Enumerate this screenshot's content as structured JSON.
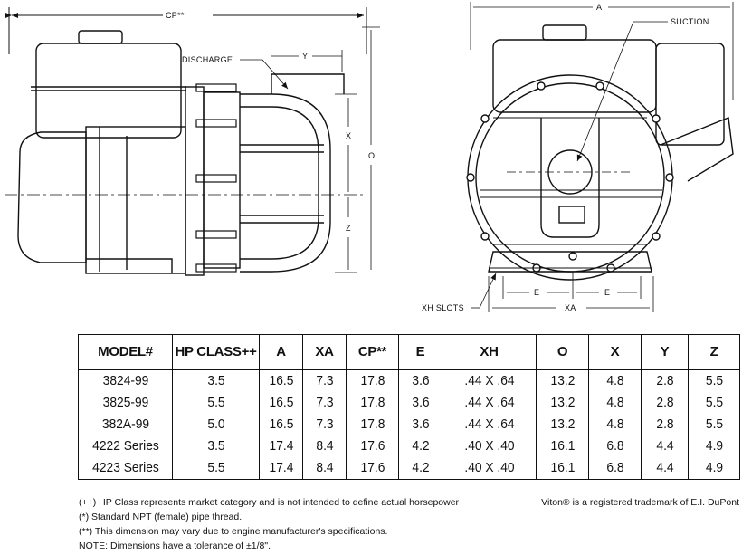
{
  "drawing": {
    "labels": {
      "cp": "CP**",
      "discharge": "DISCHARGE",
      "y": "Y",
      "x": "X",
      "z": "Z",
      "o": "O",
      "a": "A",
      "suction": "SUCTION",
      "xh_slots": "XH SLOTS",
      "e_left": "E",
      "e_right": "E",
      "xa": "XA"
    }
  },
  "table": {
    "headers": [
      "MODEL#",
      "HP CLASS++",
      "A",
      "XA",
      "CP**",
      "E",
      "XH",
      "O",
      "X",
      "Y",
      "Z"
    ],
    "rows": [
      [
        "3824-99",
        "3.5",
        "16.5",
        "7.3",
        "17.8",
        "3.6",
        ".44 X .64",
        "13.2",
        "4.8",
        "2.8",
        "5.5"
      ],
      [
        "3825-99",
        "5.5",
        "16.5",
        "7.3",
        "17.8",
        "3.6",
        ".44 X .64",
        "13.2",
        "4.8",
        "2.8",
        "5.5"
      ],
      [
        "382A-99",
        "5.0",
        "16.5",
        "7.3",
        "17.8",
        "3.6",
        ".44 X .64",
        "13.2",
        "4.8",
        "2.8",
        "5.5"
      ],
      [
        "4222 Series",
        "3.5",
        "17.4",
        "8.4",
        "17.6",
        "4.2",
        ".40 X .40",
        "16.1",
        "6.8",
        "4.4",
        "4.9"
      ],
      [
        "4223 Series",
        "5.5",
        "17.4",
        "8.4",
        "17.6",
        "4.2",
        ".40 X .40",
        "16.1",
        "6.8",
        "4.4",
        "4.9"
      ]
    ]
  },
  "notes": {
    "hp_class": "(++) HP Class  represents market category and is not intended to define actual horsepower",
    "viton": "Viton® is a registered trademark of E.I. DuPont",
    "npt": "(*) Standard NPT (female) pipe thread.",
    "engine": "(**) This dimension may vary due to engine manufacturer's specifications.",
    "tolerance": "NOTE: Dimensions have a tolerance of ±1/8\"."
  }
}
